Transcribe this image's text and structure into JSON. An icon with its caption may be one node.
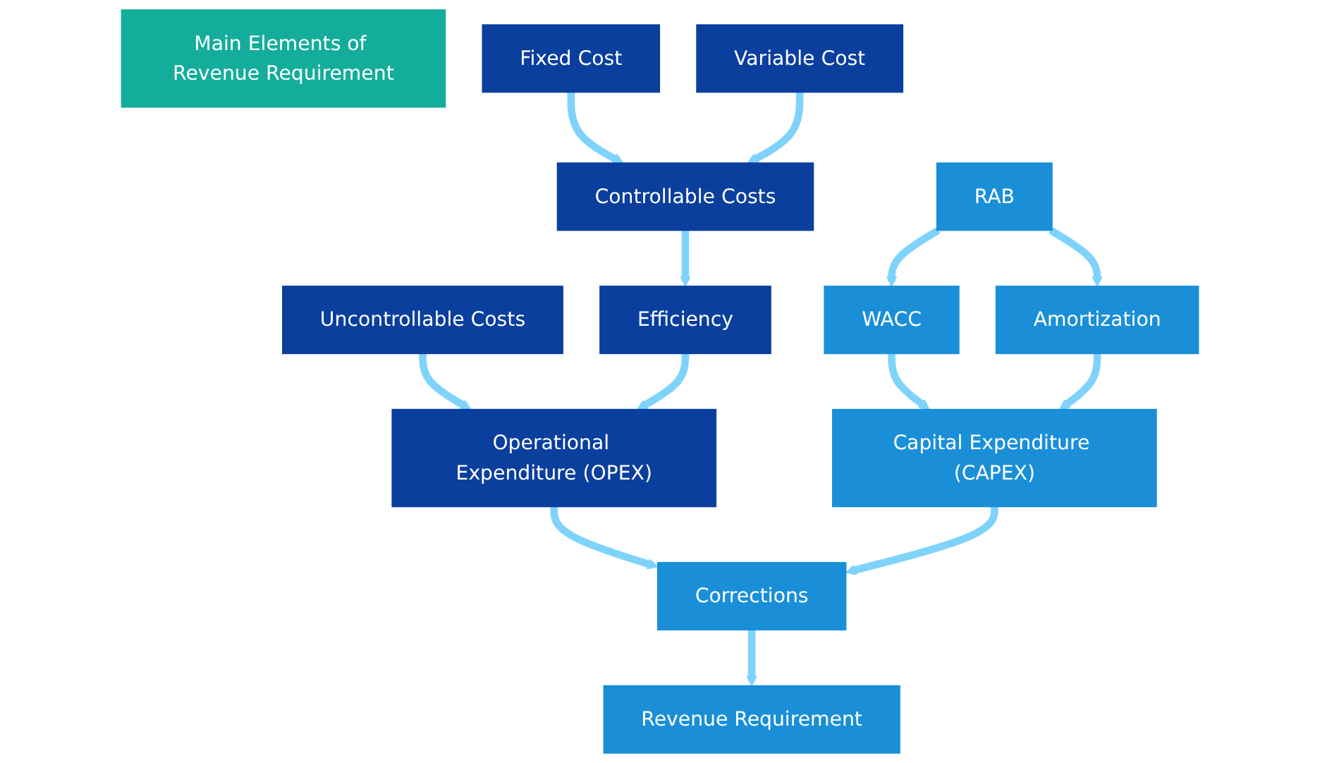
{
  "diagram": {
    "nodes": [
      {
        "text": [
          "Main Elements of Revenue Requirement"
        ]
      },
      {
        "text": [
          "Fixed Cost"
        ]
      },
      {
        "text": [
          "Variable Cost"
        ]
      },
      {
        "text": [
          "Controllable Costs"
        ]
      },
      {
        "text": [
          "Uncontrollable Costs"
        ]
      },
      {
        "text": [
          "RAB"
        ]
      },
      {
        "text": [
          "Efficiency"
        ]
      },
      {
        "text": [
          "WACC"
        ]
      },
      {
        "text": [
          "Amortization"
        ]
      },
      {
        "text": [
          "Operational Expenditure (OPEX)"
        ]
      },
      {
        "text": [
          "Capital Expenditure (CAPEX)"
        ]
      },
      {
        "text": [
          "Corrections"
        ]
      },
      {
        "text": [
          "Revenue Requirement"
        ]
      }
    ],
    "edges": [
      {
        "from": 1,
        "to": 3,
        "arrow": "to"
      },
      {
        "from": 2,
        "to": 3,
        "arrow": "to"
      },
      {
        "from": 3,
        "to": 6,
        "arrow": "to"
      },
      {
        "from": 4,
        "to": 9,
        "arrow": "to"
      },
      {
        "from": 5,
        "to": 7,
        "arrow": "to"
      },
      {
        "from": 5,
        "to": 8,
        "arrow": "to"
      },
      {
        "from": 6,
        "to": 9,
        "arrow": "to"
      },
      {
        "from": 7,
        "to": 10,
        "arrow": "to"
      },
      {
        "from": 8,
        "to": 10,
        "arrow": "to"
      },
      {
        "from": 9,
        "to": 11,
        "arrow": "to"
      },
      {
        "from": 10,
        "to": 11,
        "arrow": "to"
      },
      {
        "from": 11,
        "to": 12,
        "arrow": "to"
      }
    ]
  }
}
